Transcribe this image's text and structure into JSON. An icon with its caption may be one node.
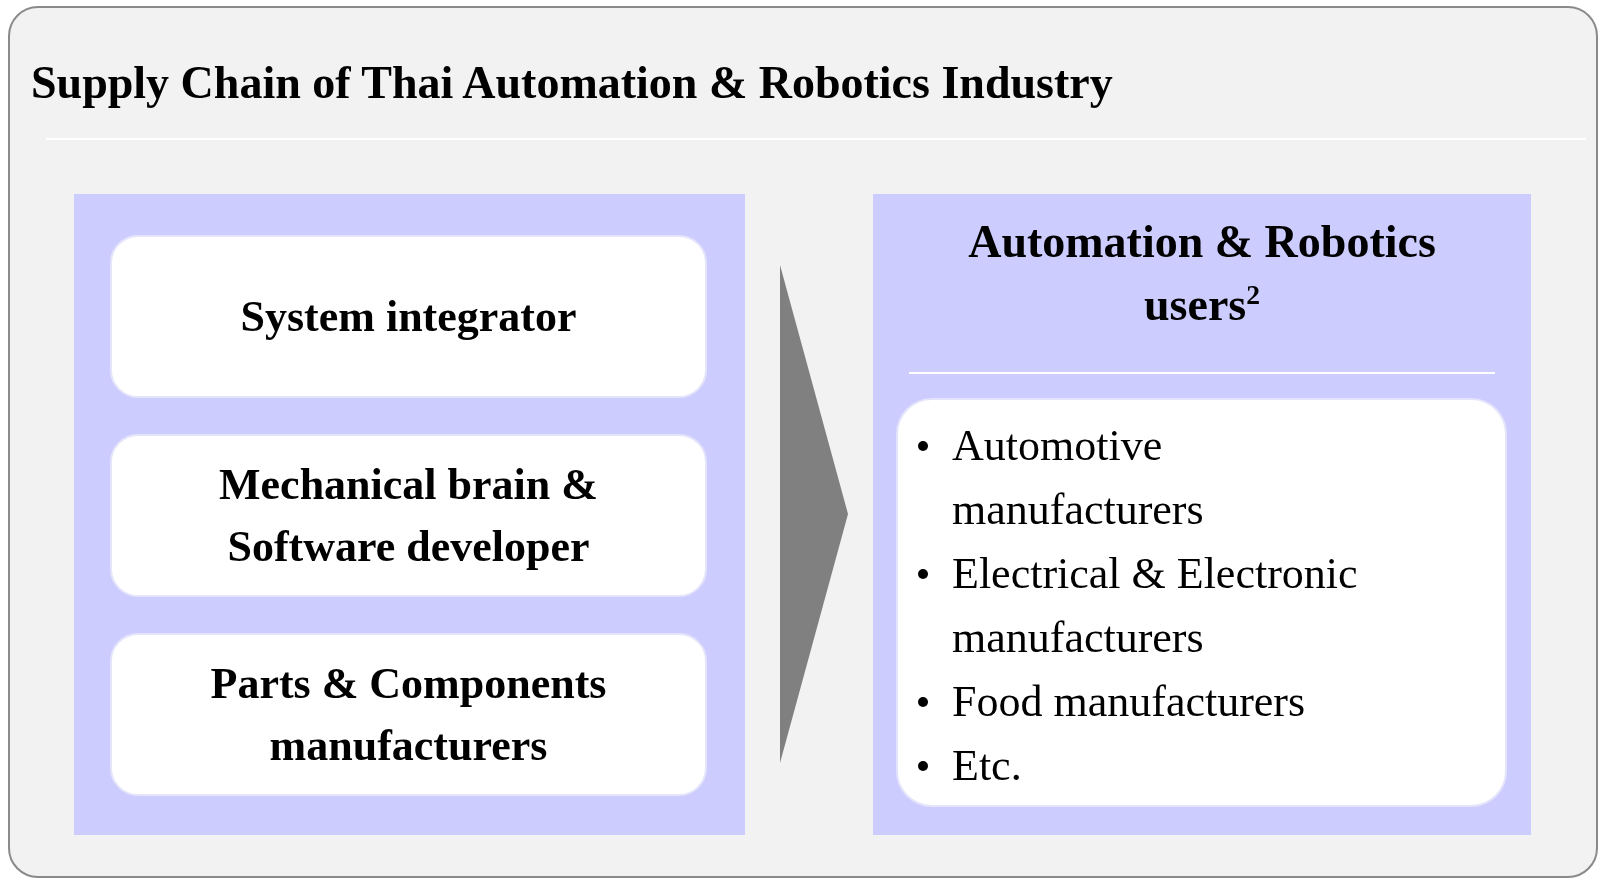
{
  "diagram": {
    "title": "Supply Chain of Thai Automation & Robotics Industry",
    "nodes": [
      {
        "text": [],
        "shape": "box"
      },
      {
        "text": [
          "System integrator"
        ],
        "in": 0
      },
      {
        "text": [
          "Mechanical brain & Software developer"
        ],
        "in": 0
      },
      {
        "text": [
          "Parts & Components manufacturers"
        ],
        "in": 0
      },
      {
        "text": [
          "Automation & Robotics users$^{2}$"
        ]
      },
      {
        "text": [
          "Automotive manufacturers",
          "Electrical & Electronic manufacturers",
          "Food manufacturers",
          "Etc."
        ],
        "in": 4
      }
    ],
    "edges": [
      {
        "from": 0,
        "to": 4,
        "arrow": "to"
      }
    ]
  }
}
